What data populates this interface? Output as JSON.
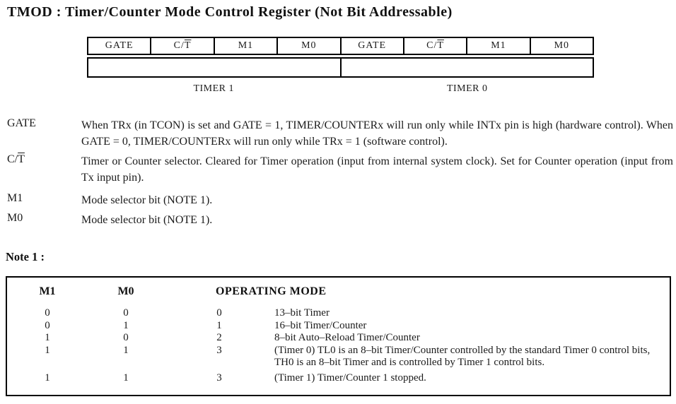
{
  "page": {
    "title": "TMOD : Timer/Counter Mode Control Register (Not Bit Addressable)"
  },
  "register_diagram": {
    "bit_cells": [
      {
        "pre": "GATE",
        "over": ""
      },
      {
        "pre": "C/",
        "over": "T"
      },
      {
        "pre": "M1",
        "over": ""
      },
      {
        "pre": "M0",
        "over": ""
      },
      {
        "pre": "GATE",
        "over": ""
      },
      {
        "pre": "C/",
        "over": "T"
      },
      {
        "pre": "M1",
        "over": ""
      },
      {
        "pre": "M0",
        "over": ""
      }
    ],
    "group_labels": {
      "left": "TIMER 1",
      "right": "TIMER 0"
    }
  },
  "definitions": [
    {
      "term_pre": "GATE",
      "term_over": "",
      "description": "When TRx (in TCON) is set and GATE = 1, TIMER/COUNTERx will run only while INTx pin is high (hardware control). When GATE = 0, TIMER/COUNTERx will run only while TRx = 1 (software control)."
    },
    {
      "term_pre": "C/",
      "term_over": "T",
      "description": "Timer or Counter selector. Cleared for Timer operation (input from internal system clock). Set for Counter operation (input from Tx input pin)."
    },
    {
      "term_pre": "M1",
      "term_over": "",
      "description": "Mode selector bit (NOTE 1)."
    },
    {
      "term_pre": "M0",
      "term_over": "",
      "description": "Mode selector bit (NOTE 1)."
    }
  ],
  "note": {
    "label": "Note 1 :"
  },
  "mode_table": {
    "headers": {
      "m1": "M1",
      "m0": "M0",
      "mode": "OPERATING MODE"
    },
    "rows": [
      {
        "m1": "0",
        "m0": "0",
        "mode": "0",
        "desc": "13–bit Timer"
      },
      {
        "m1": "0",
        "m0": "1",
        "mode": "1",
        "desc": "16–bit Timer/Counter"
      },
      {
        "m1": "1",
        "m0": "0",
        "mode": "2",
        "desc": "8–bit Auto–Reload Timer/Counter"
      },
      {
        "m1": "1",
        "m0": "1",
        "mode": "3",
        "desc": "(Timer 0) TL0 is an 8–bit Timer/Counter controlled by the standard Timer 0 control bits, TH0 is an 8–bit Timer and is controlled by Timer 1 control bits."
      },
      {
        "m1": "1",
        "m0": "1",
        "mode": "3",
        "desc": "(Timer 1) Timer/Counter 1 stopped."
      }
    ]
  }
}
